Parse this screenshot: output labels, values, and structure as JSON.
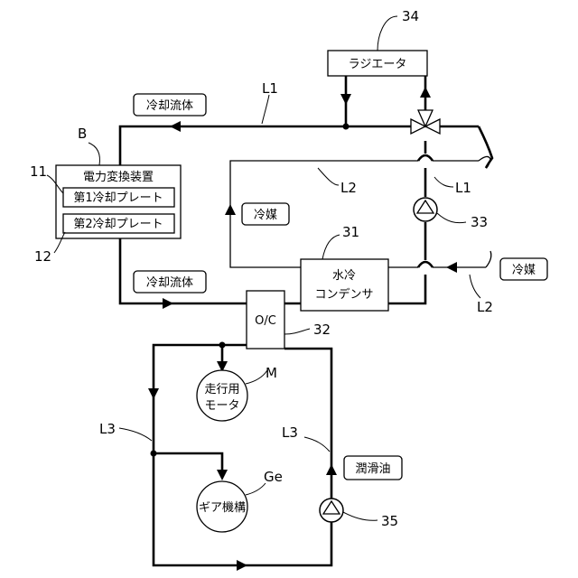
{
  "labels": {
    "radiator": "ラジエータ",
    "radiator_ref": "34",
    "power_converter_ref": "B",
    "power_converter": "電力変換装置",
    "plate1": "第1冷却プレート",
    "plate1_ref": "11",
    "plate2": "第2冷却プレート",
    "plate2_ref": "12",
    "coolant_top": "冷却流体",
    "coolant_bottom": "冷却流体",
    "l1_top": "L1",
    "l1_right": "L1",
    "l2_top": "L2",
    "l2_right": "L2",
    "refrigerant_inner": "冷媒",
    "refrigerant_outer": "冷媒",
    "water_condenser_line1": "水冷",
    "water_condenser_line2": "コンデンサ",
    "water_condenser_ref": "31",
    "pump_ref_33": "33",
    "oc": "O/C",
    "oc_ref": "32",
    "motor_line1": "走行用",
    "motor_line2": "モータ",
    "motor_ref": "M",
    "gear": "ギア機構",
    "gear_ref": "Ge",
    "l3_left": "L3",
    "l3_right": "L3",
    "lube_oil": "潤滑油",
    "pump_ref_35": "35"
  }
}
